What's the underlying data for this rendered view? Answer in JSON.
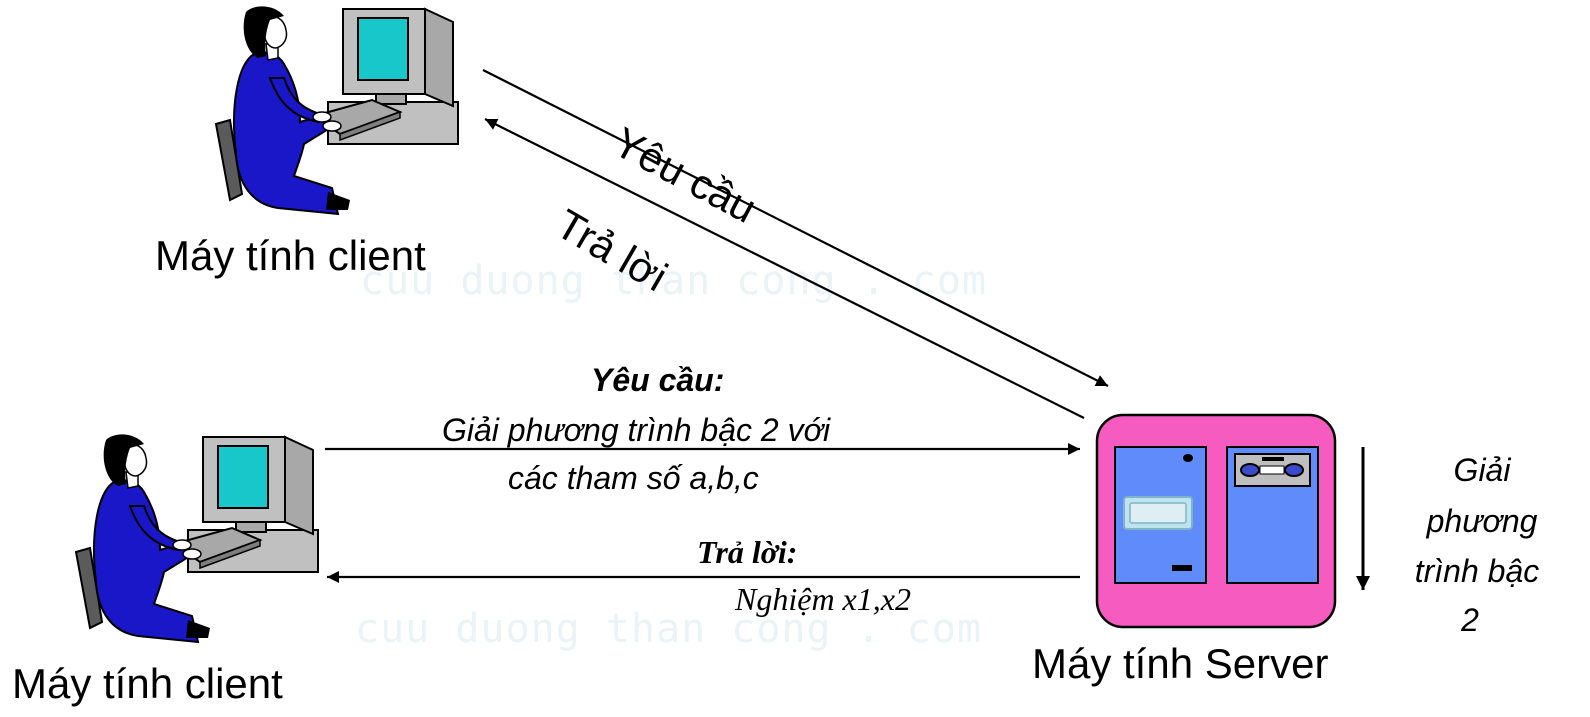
{
  "client_top": {
    "label": "Máy tính client"
  },
  "client_bottom": {
    "label": "Máy tính client"
  },
  "server": {
    "label": "Máy tính Server"
  },
  "top_flow": {
    "request_label": "Yêu cầu",
    "response_label": "Trả lời"
  },
  "request": {
    "title": "Yêu cầu:",
    "line1": "Giải phương trình bậc 2 với",
    "line2": "các tham số a,b,c"
  },
  "response": {
    "title": "Trả lời:",
    "body": "Nghiệm x1,x2"
  },
  "process": {
    "line1": "Giải",
    "line2": "phương",
    "line3": "trình bậc",
    "line4": "2"
  },
  "watermark": {
    "text1": "cuu duong than cong . com",
    "text2": "cuu duong than cong . com"
  },
  "colors": {
    "person": "#1a17c8",
    "server_case": "#f65bbf",
    "server_panel": "#5f8cfa",
    "monitor_screen": "#18c7c9",
    "computer_gray": "#c0c0c0"
  },
  "icons": [
    "woman-at-computer-icon",
    "server-icon"
  ]
}
